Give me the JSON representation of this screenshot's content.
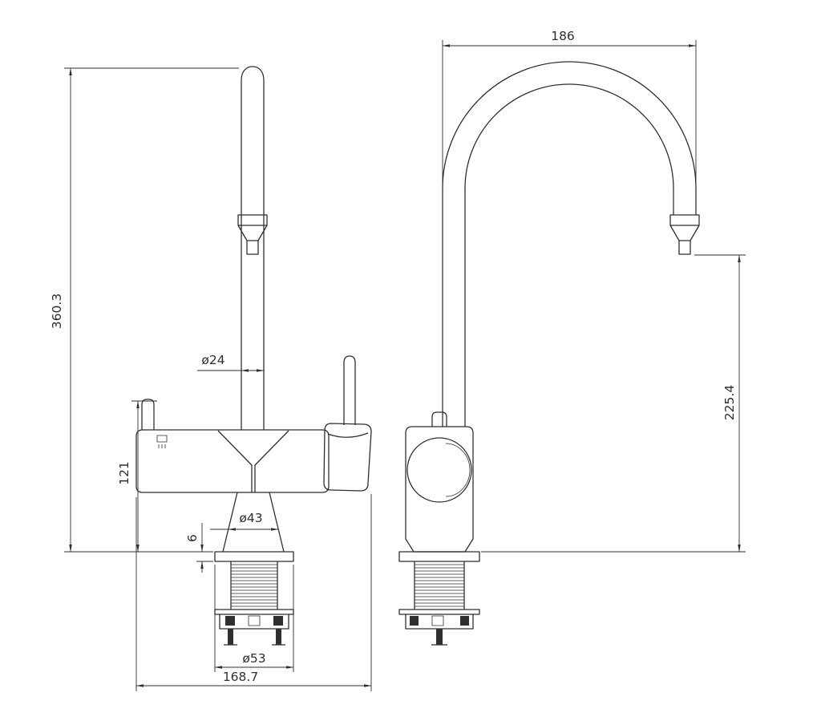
{
  "drawing": {
    "dims": {
      "overall_height": "360.3",
      "body_height": "121",
      "spout_diameter": "ø24",
      "base_diameter": "ø43",
      "flange_thickness": "6",
      "flange_diameter": "ø53",
      "overall_depth": "168.7",
      "spout_reach": "186",
      "spout_height": "225.4"
    },
    "icons": {
      "body_marking": "water-flow-icon"
    },
    "colors": {
      "line": "#2f2f2f",
      "background": "#ffffff"
    }
  }
}
